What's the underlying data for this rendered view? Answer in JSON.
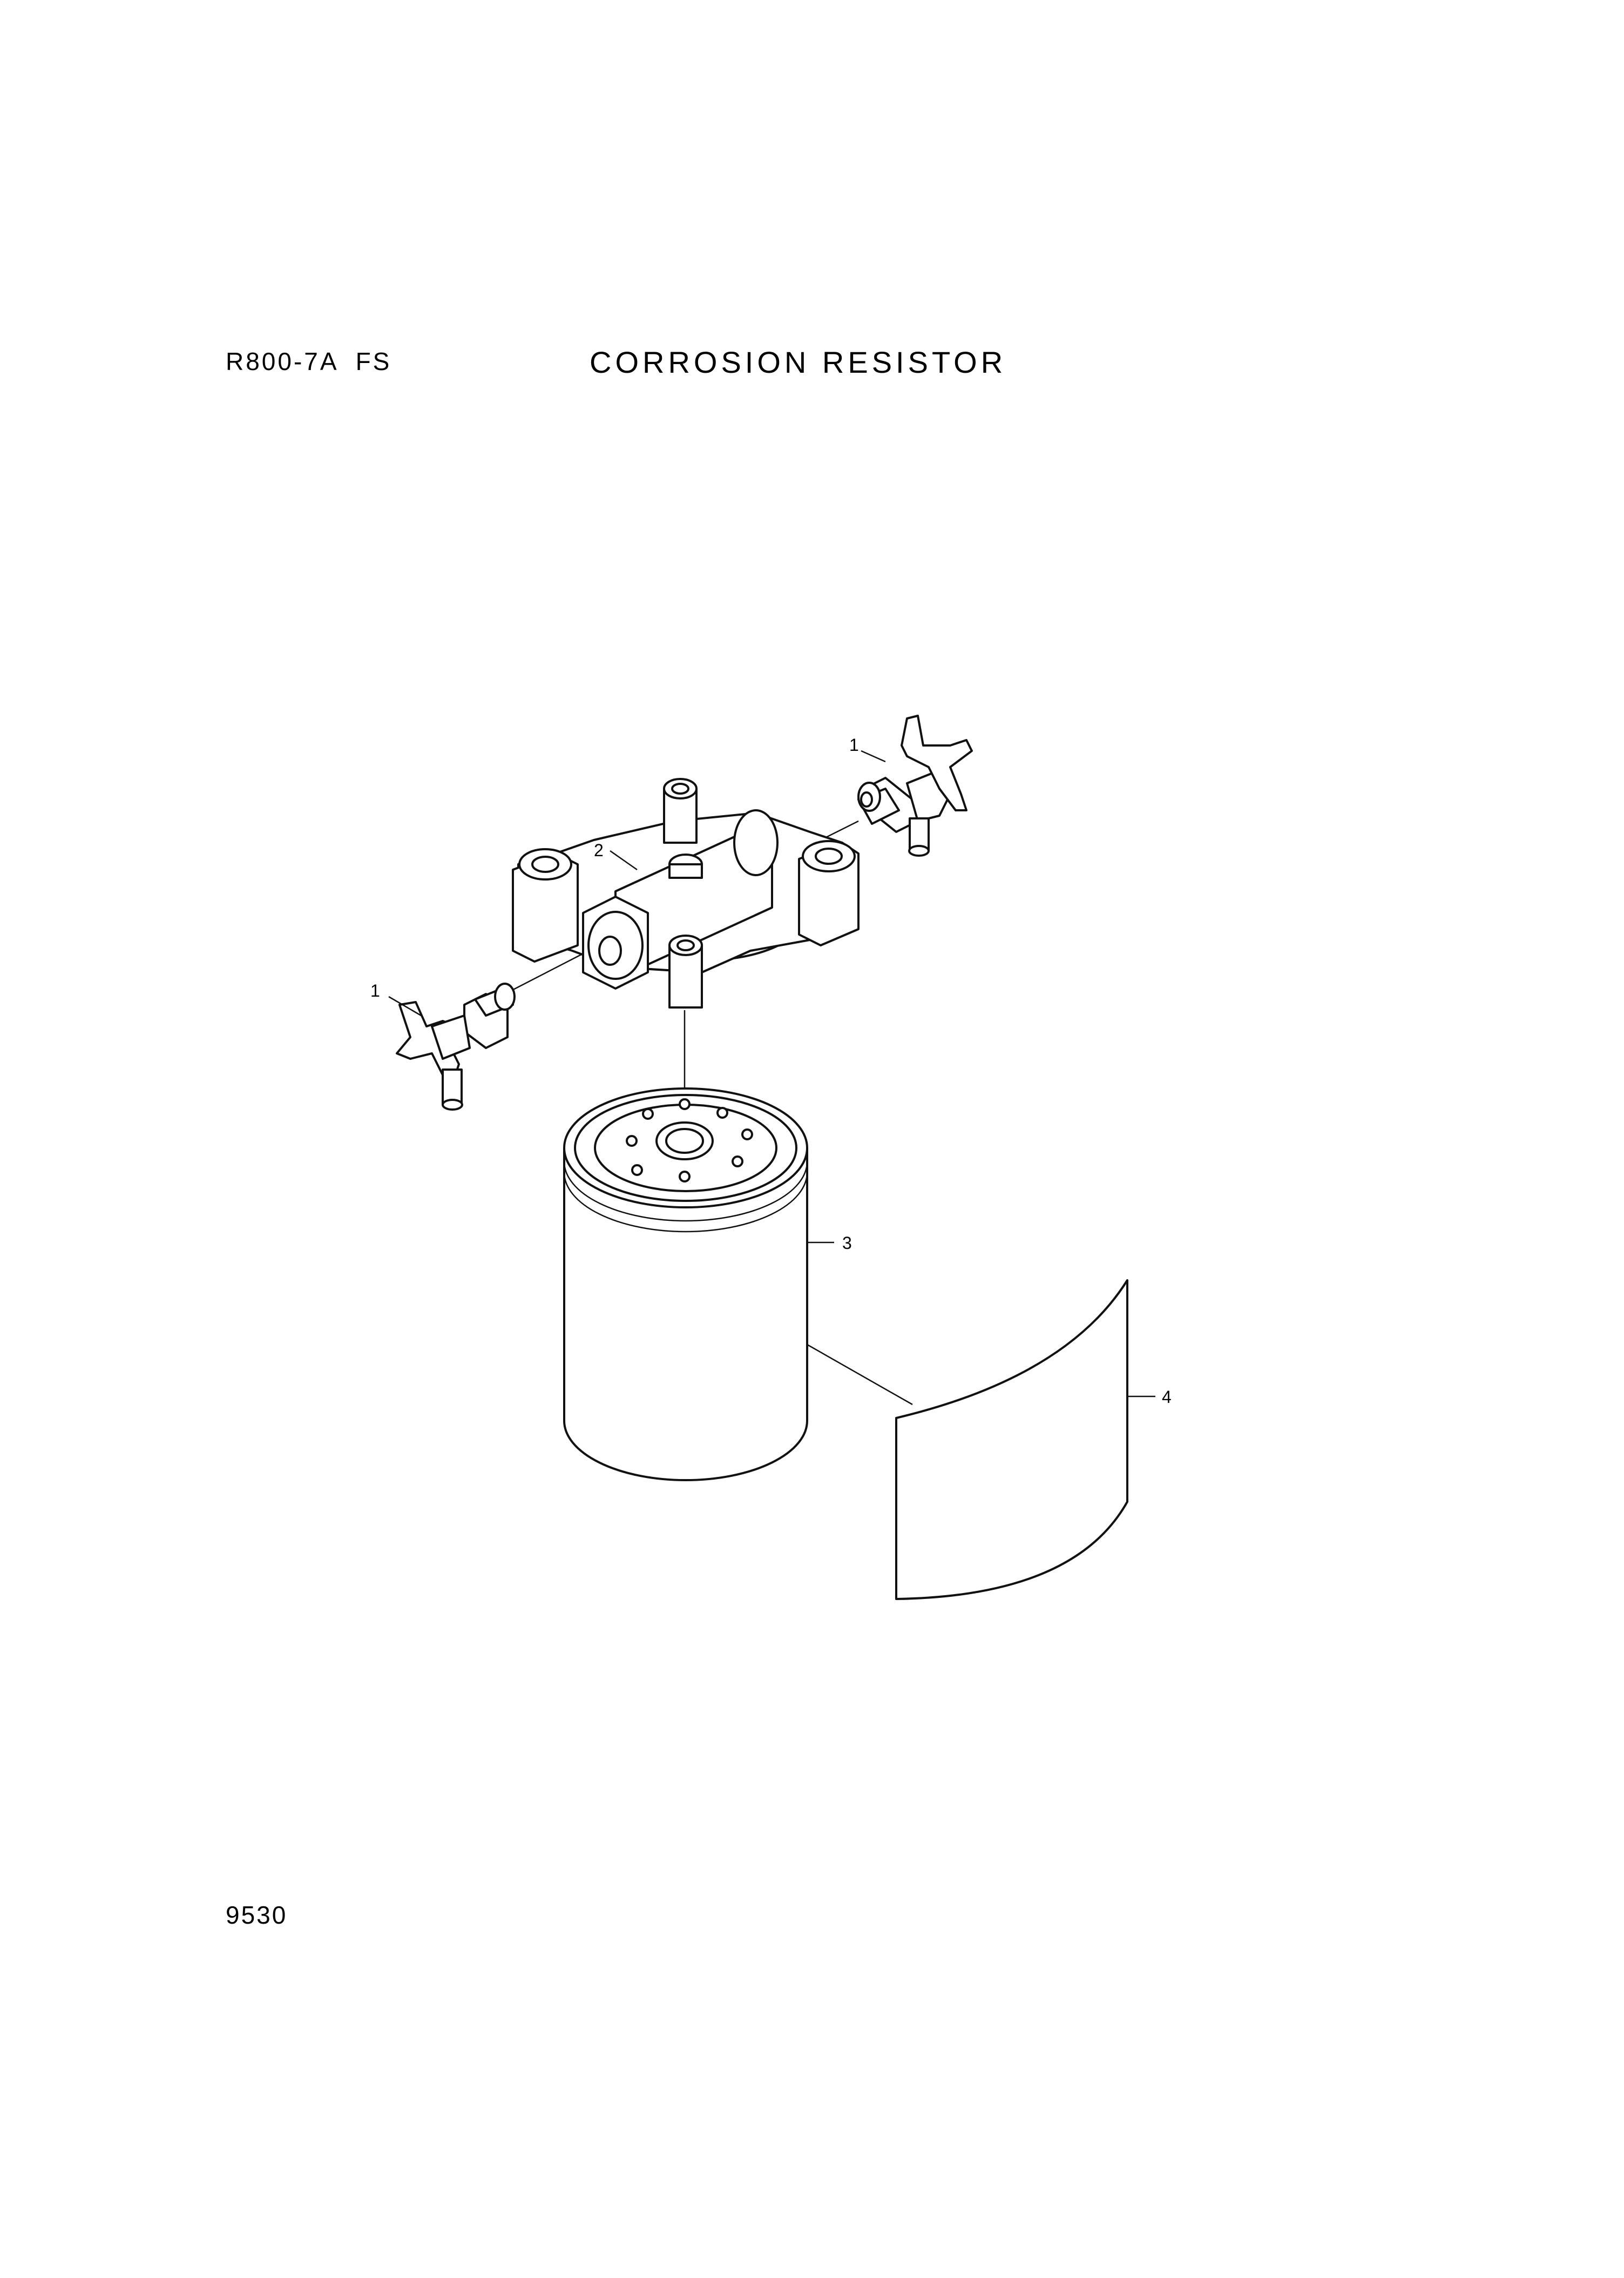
{
  "header": {
    "model": "R800-7A  FS",
    "title": "CORROSION RESISTOR"
  },
  "footer": {
    "page_number": "9530"
  },
  "callouts": [
    {
      "id": "callout-1-upper",
      "label": "1"
    },
    {
      "id": "callout-2",
      "label": "2"
    },
    {
      "id": "callout-1-lower",
      "label": "1"
    },
    {
      "id": "callout-3",
      "label": "3"
    },
    {
      "id": "callout-4",
      "label": "4"
    }
  ],
  "colors": {
    "line": "#111111",
    "background": "#ffffff"
  }
}
